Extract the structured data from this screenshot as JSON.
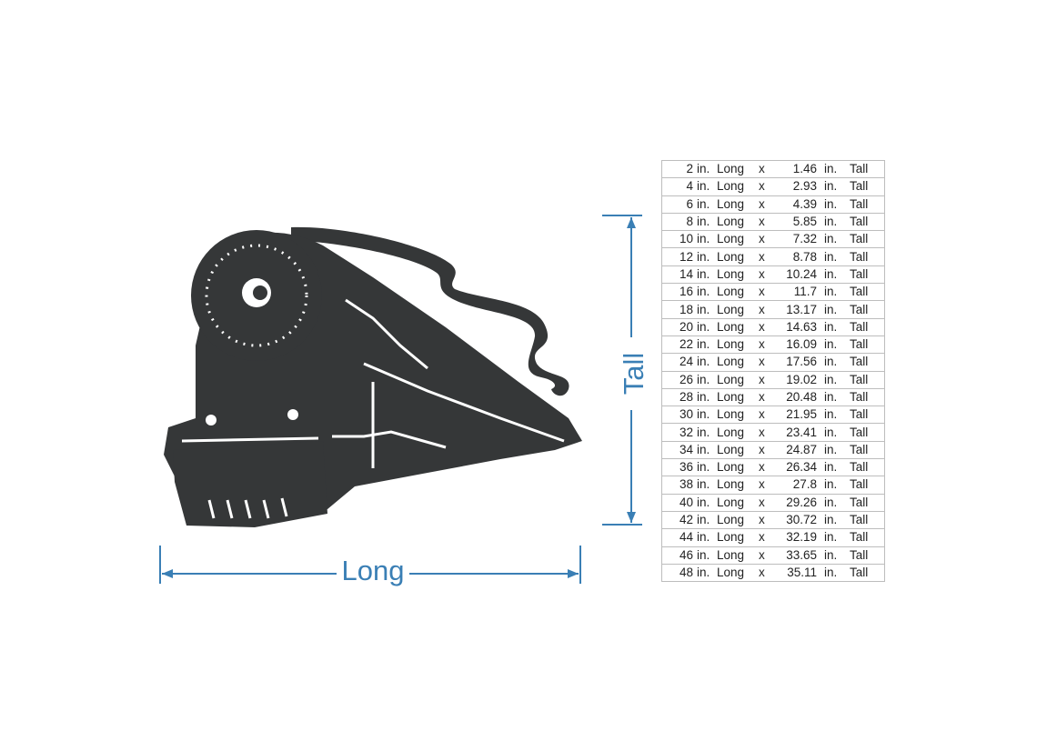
{
  "labels": {
    "long": "Long",
    "tall": "Tall"
  },
  "graphic": {
    "icon": "steam-locomotive-icon",
    "fill_color": "#353738"
  },
  "accent_color": "#3a7fb5",
  "sizes": [
    {
      "long": "2",
      "tall": "1.46"
    },
    {
      "long": "4",
      "tall": "2.93"
    },
    {
      "long": "6",
      "tall": "4.39"
    },
    {
      "long": "8",
      "tall": "5.85"
    },
    {
      "long": "10",
      "tall": "7.32"
    },
    {
      "long": "12",
      "tall": "8.78"
    },
    {
      "long": "14",
      "tall": "10.24"
    },
    {
      "long": "16",
      "tall": "11.7"
    },
    {
      "long": "18",
      "tall": "13.17"
    },
    {
      "long": "20",
      "tall": "14.63"
    },
    {
      "long": "22",
      "tall": "16.09"
    },
    {
      "long": "24",
      "tall": "17.56"
    },
    {
      "long": "26",
      "tall": "19.02"
    },
    {
      "long": "28",
      "tall": "20.48"
    },
    {
      "long": "30",
      "tall": "21.95"
    },
    {
      "long": "32",
      "tall": "23.41"
    },
    {
      "long": "34",
      "tall": "24.87"
    },
    {
      "long": "36",
      "tall": "26.34"
    },
    {
      "long": "38",
      "tall": "27.8"
    },
    {
      "long": "40",
      "tall": "29.26"
    },
    {
      "long": "42",
      "tall": "30.72"
    },
    {
      "long": "44",
      "tall": "32.19"
    },
    {
      "long": "46",
      "tall": "33.65"
    },
    {
      "long": "48",
      "tall": "35.11"
    }
  ],
  "row_text": {
    "unit": "in.",
    "long_word": "Long",
    "times": "x",
    "tall_word": "Tall"
  }
}
